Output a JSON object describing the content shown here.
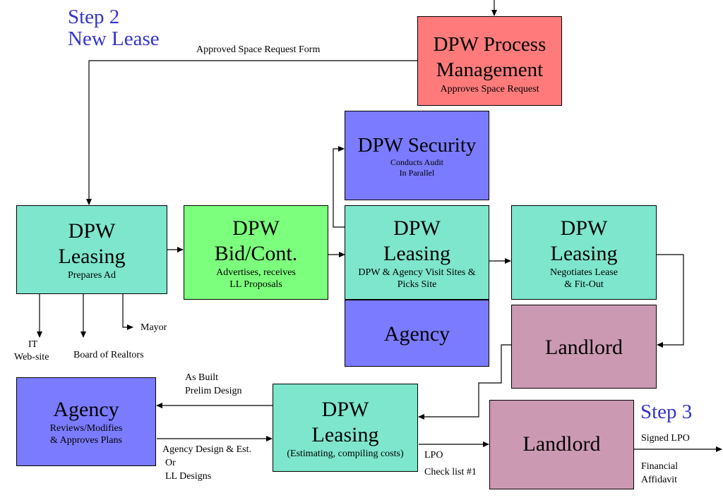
{
  "step2": {
    "line1": "Step 2",
    "line2": "New Lease"
  },
  "step3": {
    "label": "Step 3"
  },
  "boxes": {
    "process_mgmt": {
      "line1": "DPW Process",
      "line2": "Management",
      "sub": "Approves Space Request"
    },
    "security": {
      "title": "DPW Security",
      "sub1": "Conducts Audit",
      "sub2": "In Parallel"
    },
    "leasing_ad": {
      "line1": "DPW",
      "line2": "Leasing",
      "sub": "Prepares Ad"
    },
    "bid_cont": {
      "line1": "DPW",
      "line2": "Bid/Cont.",
      "sub1": "Advertises, receives",
      "sub2": "LL Proposals"
    },
    "leasing_sites": {
      "line1": "DPW",
      "line2": "Leasing",
      "sub1": "DPW & Agency Visit Sites &",
      "sub2": "Picks Site"
    },
    "agency_mid": {
      "title": "Agency"
    },
    "leasing_negotiate": {
      "line1": "DPW",
      "line2": "Leasing",
      "sub1": "Negotiates Lease",
      "sub2": "& Fit-Out"
    },
    "landlord_upper": {
      "title": "Landlord"
    },
    "agency_plans": {
      "title": "Agency",
      "sub1": "Reviews/Modifies",
      "sub2": "& Approves Plans"
    },
    "leasing_estimating": {
      "line1": "DPW",
      "line2": "Leasing",
      "sub": "(Estimating, compiling costs)"
    },
    "landlord_lower": {
      "title": "Landlord"
    }
  },
  "labels": {
    "approved_form": "Approved Space Request Form",
    "it": "IT",
    "website": "Web-site",
    "board_realtors": "Board of Realtors",
    "mayor": "Mayor",
    "as_built": "As Built",
    "prelim_design": "Prelim Design",
    "agency_design": "Agency Design & Est.",
    "or": "Or",
    "ll_designs": "LL Designs",
    "lpo": "LPO",
    "checklist": "Check list #1",
    "signed_lpo": "Signed LPO",
    "financial": "Financial",
    "affidavit": "Affidavit"
  },
  "colors": {
    "process_red": "#ff7b7b",
    "agency_blue": "#7b7bff",
    "leasing_teal": "#7de6cc",
    "bid_green": "#7cff7c",
    "landlord_mauve": "#cc99b2",
    "step_heading": "#3333cc"
  }
}
